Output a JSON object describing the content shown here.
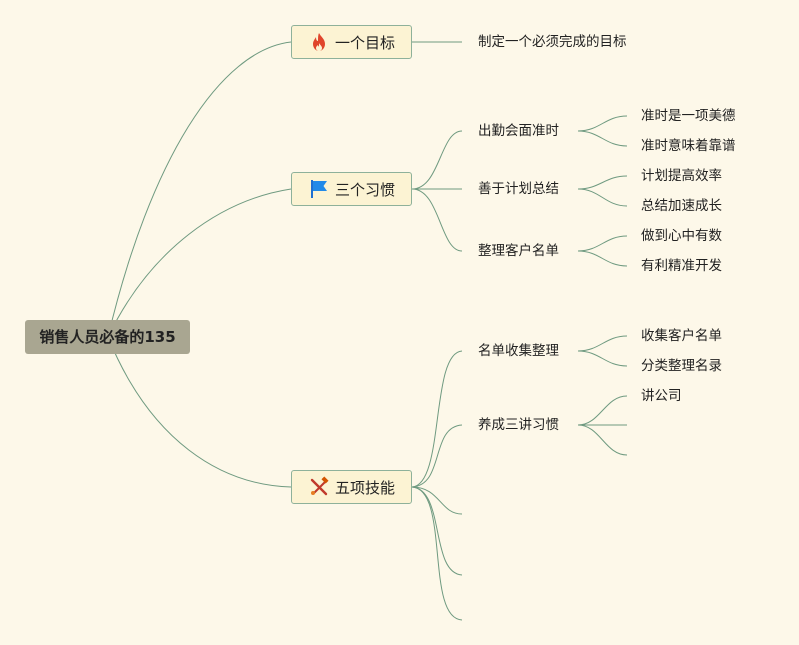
{
  "root": {
    "label": "销售人员必备的135"
  },
  "branches": [
    {
      "label": "一个目标",
      "icon": "fire-icon",
      "children": [
        {
          "label": "制定一个必须完成的目标"
        }
      ]
    },
    {
      "label": "三个习惯",
      "icon": "flag-icon",
      "children": [
        {
          "label": "出勤会面准时",
          "children": [
            "准时是一项美德",
            "准时意味着靠谱"
          ]
        },
        {
          "label": "善于计划总结",
          "children": [
            "计划提高效率",
            "总结加速成长"
          ]
        },
        {
          "label": "整理客户名单",
          "children": [
            "做到心中有数",
            "有利精准开发"
          ]
        }
      ]
    },
    {
      "label": "五项技能",
      "icon": "crossed-tools-icon",
      "children": [
        {
          "label": "名单收集整理",
          "children": [
            "收集客户名单",
            "分类整理名录"
          ]
        },
        {
          "label": "养成三讲习惯",
          "children": [
            "讲公司",
            "",
            ""
          ]
        },
        {
          "label": ""
        },
        {
          "label": ""
        },
        {
          "label": ""
        }
      ]
    }
  ],
  "colors": {
    "background": "#fdf8e9",
    "root_fill": "#a9a691",
    "node_fill": "#fcf3d3",
    "connector": "#6f9a80"
  }
}
